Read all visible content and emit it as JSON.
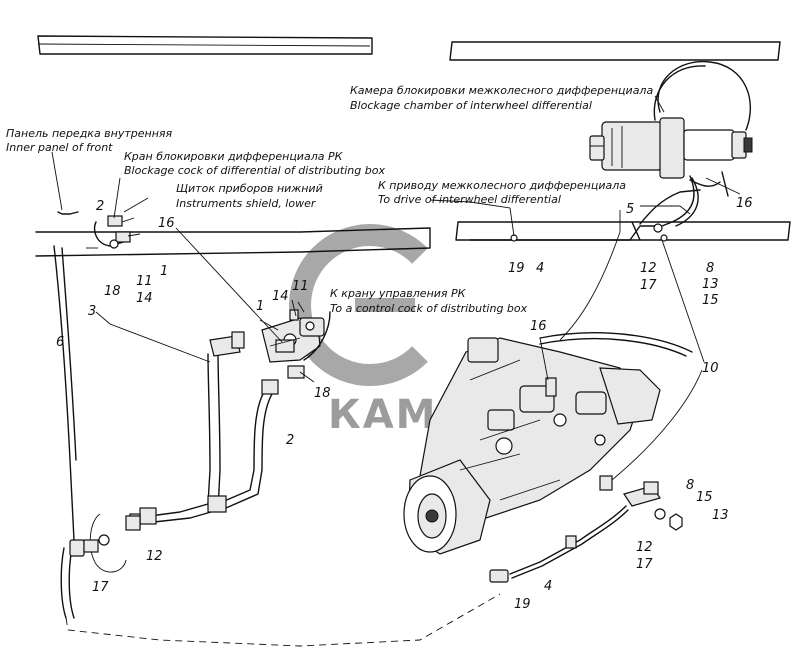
{
  "captions": {
    "inner_panel_ru": "Панель передка внутренняя",
    "inner_panel_en": "Inner panel of front",
    "blockage_cock_ru": "Кран блокировки дифференциала РК",
    "blockage_cock_en": "Blockage cock of differential of distributing box",
    "instruments_shield_ru": "Щиток приборов нижний",
    "instruments_shield_en": "Instruments shield, lower",
    "chamber_ru": "Камера блокировки межколесного дифференциала",
    "chamber_en": "Blockage chamber of interwheel differential",
    "drive_ru": "К приводу межколесного дифференциала",
    "drive_en": "To drive of interwheel differential",
    "control_cock_ru": "К крану управления РК",
    "control_cock_en": "To a control cock of distributing box"
  },
  "logo": {
    "text": "КАМАЗ",
    "color": "#9c9c9c"
  },
  "callouts": {
    "n1a": "1",
    "n2a": "2",
    "n11a": "11",
    "n14a": "14",
    "n16a": "16",
    "n18a": "18",
    "n3": "3",
    "n6": "6",
    "n14b": "14",
    "n11b": "11",
    "n1b": "1",
    "n18b": "18",
    "n2b": "2",
    "n12a": "12",
    "n17a": "17",
    "n5": "5",
    "n19a": "19",
    "n4a": "4",
    "n16b": "16",
    "n12b": "12",
    "n17b": "17",
    "n8a": "8",
    "n13a": "13",
    "n15a": "15",
    "n16c": "16",
    "n10": "10",
    "n8b": "8",
    "n15b": "15",
    "n13b": "13",
    "n12c": "12",
    "n17c": "17",
    "n4b": "4",
    "n19b": "19"
  }
}
